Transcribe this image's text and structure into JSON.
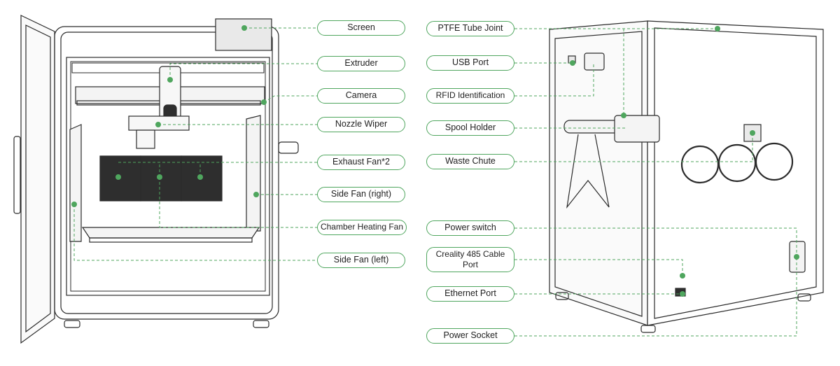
{
  "colors": {
    "callout_green": "#4fa65e",
    "line_gray": "#2b2b2b",
    "fill_gray": "#e9e9e9",
    "fan_dark": "#2e2e2e"
  },
  "front_view": {
    "labels": {
      "screen": "Screen",
      "extruder": "Extruder",
      "camera": "Camera",
      "nozzle_wiper": "Nozzle Wiper",
      "exhaust_fan": "Exhaust Fan*2",
      "side_fan_right": "Side Fan (right)",
      "chamber_heating_fan": "Chamber Heating Fan",
      "side_fan_left": "Side Fan (left)"
    }
  },
  "back_view": {
    "labels": {
      "ptfe_tube_joint": "PTFE Tube Joint",
      "usb_port": "USB Port",
      "rfid_identification": "RFID Identification",
      "spool_holder": "Spool Holder",
      "waste_chute": "Waste Chute",
      "power_switch": "Power switch",
      "creality_485_cable_port": "Creality 485 Cable Port",
      "ethernet_port": "Ethernet Port",
      "power_socket": "Power Socket"
    }
  }
}
